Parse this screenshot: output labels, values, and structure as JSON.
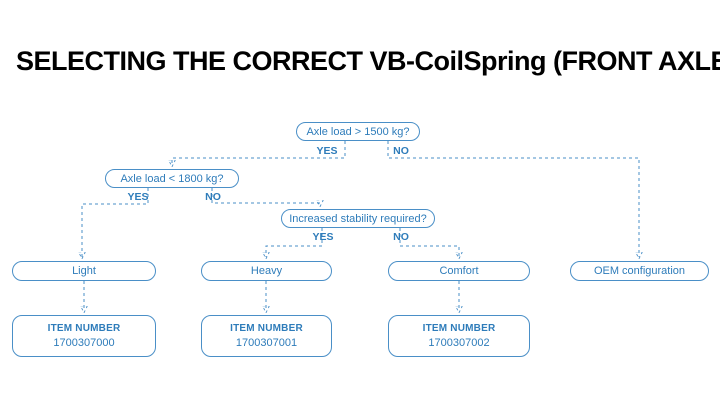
{
  "title": "SELECTING THE CORRECT VB-CoilSpring (FRONT AXLE)",
  "colors": {
    "accent": "#2e7cba",
    "title": "#000000"
  },
  "flow": {
    "q1": {
      "label": "Axle load > 1500 kg?",
      "yes": "YES",
      "no": "NO"
    },
    "q2": {
      "label": "Axle load < 1800 kg?",
      "yes": "YES",
      "no": "NO"
    },
    "q3": {
      "label": "Increased stability required?",
      "yes": "YES",
      "no": "NO"
    },
    "results": [
      {
        "label": "Light"
      },
      {
        "label": "Heavy"
      },
      {
        "label": "Comfort"
      },
      {
        "label": "OEM configuration"
      }
    ],
    "items": [
      {
        "heading": "ITEM NUMBER",
        "number": "1700307000"
      },
      {
        "heading": "ITEM NUMBER",
        "number": "1700307001"
      },
      {
        "heading": "ITEM NUMBER",
        "number": "1700307002"
      }
    ]
  }
}
